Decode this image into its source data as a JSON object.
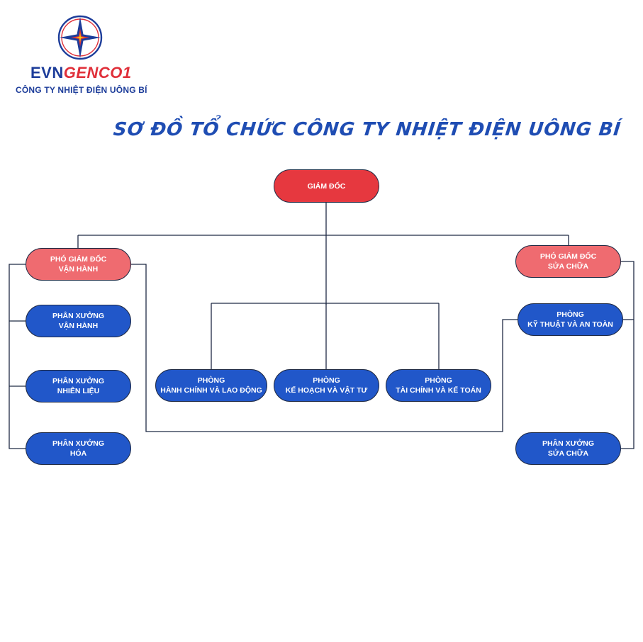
{
  "logo": {
    "brand_prefix": "EVN",
    "brand_suffix": "GENCO1",
    "company_name": "CÔNG TY NHIỆT ĐIỆN UÔNG BÍ",
    "icon": "evn-star-emblem-icon",
    "colors": {
      "blue": "#1d3d9a",
      "red": "#e0303a"
    }
  },
  "title": "SƠ ĐỒ TỔ CHỨC CÔNG TY NHIỆT ĐIỆN UÔNG BÍ",
  "colors": {
    "director": "#e6383f",
    "deputy": "#ef6b70",
    "unit": "#2157c9",
    "title": "#1f4db3",
    "line": "#1f2a44"
  },
  "nodes": {
    "director": {
      "line1": "GIÁM ĐỐC"
    },
    "deputy_operations": {
      "line1": "PHÓ GIÁM ĐỐC",
      "line2": "VẬN HÀNH"
    },
    "deputy_repair": {
      "line1": "PHÓ GIÁM ĐỐC",
      "line2": "SỬA CHỮA"
    },
    "workshop_operations": {
      "line1": "PHÂN XƯỞNG",
      "line2": "VẬN HÀNH"
    },
    "workshop_fuel": {
      "line1": "PHÂN XƯỞNG",
      "line2": "NHIÊN LIỆU"
    },
    "workshop_chemistry": {
      "line1": "PHÂN XƯỞNG",
      "line2": "HÓA"
    },
    "dept_admin_labor": {
      "line1": "PHÒNG",
      "line2": "HÀNH CHÍNH VÀ LAO ĐỘNG"
    },
    "dept_planning_supplies": {
      "line1": "PHÒNG",
      "line2": "KẾ HOẠCH VÀ VẬT TƯ"
    },
    "dept_finance_accounting": {
      "line1": "PHÒNG",
      "line2": "TÀI CHÍNH VÀ KẾ TOÁN"
    },
    "dept_technical_safety": {
      "line1": "PHÒNG",
      "line2": "KỸ THUẬT VÀ AN TOÀN"
    },
    "workshop_repair": {
      "line1": "PHÂN XƯỞNG",
      "line2": "SỬA CHỮA"
    }
  }
}
